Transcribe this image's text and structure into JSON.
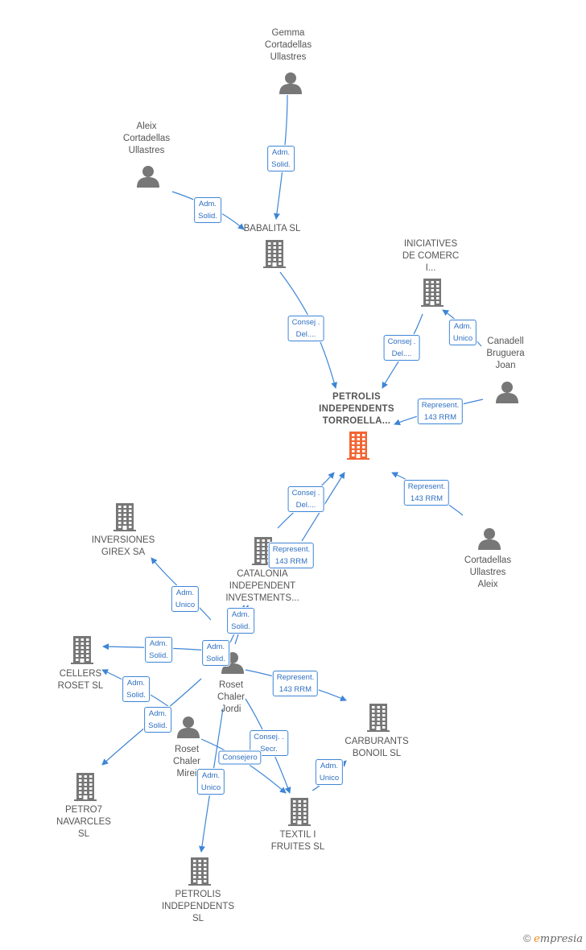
{
  "colors": {
    "edge": "#3d85d6",
    "node": "#777777",
    "focus": "#f26532"
  },
  "nodes": [
    {
      "id": "gemma",
      "type": "person",
      "label": "Gemma\nCortadellas\nUllastres"
    },
    {
      "id": "aleix1",
      "type": "person",
      "label": "Aleix\nCortadellas\nUllastres"
    },
    {
      "id": "babalita",
      "type": "company",
      "label": "BABALITA SL"
    },
    {
      "id": "iniciatives",
      "type": "company",
      "label": "INICIATIVES\nDE COMERC\nI..."
    },
    {
      "id": "canadell",
      "type": "person",
      "label": "Canadell\nBruguera\nJoan"
    },
    {
      "id": "petrolis_t",
      "type": "company",
      "focus": true,
      "label": "PETROLIS\nINDEPENDENTS\nTORROELLA..."
    },
    {
      "id": "aleix2",
      "type": "person",
      "label": "Cortadellas\nUllastres\nAleix"
    },
    {
      "id": "girex",
      "type": "company",
      "label": "INVERSIONES\nGIREX SA"
    },
    {
      "id": "catalonia",
      "type": "company",
      "label": "CATALONIA\nINDEPENDENT\nINVESTMENTS..."
    },
    {
      "id": "cellers",
      "type": "company",
      "label": "CELLERS\nROSET SL"
    },
    {
      "id": "jordi",
      "type": "person",
      "label": "Roset\nChaler\nJordi"
    },
    {
      "id": "carburants",
      "type": "company",
      "label": "CARBURANTS\nBONOIL  SL"
    },
    {
      "id": "mireia",
      "type": "person",
      "label": "Roset\nChaler\nMirei"
    },
    {
      "id": "petro7",
      "type": "company",
      "label": "PETRO7\nNAVARCLES\nSL"
    },
    {
      "id": "textil",
      "type": "company",
      "label": "TEXTIL I\nFRUITES SL"
    },
    {
      "id": "petrolis_sl",
      "type": "company",
      "label": "PETROLIS\nINDEPENDENTS\nSL"
    }
  ],
  "edges": [
    {
      "label": "Adm.\nSolid."
    },
    {
      "label": "Adm.\nSolid."
    },
    {
      "label": "Consej .\nDel...."
    },
    {
      "label": "Consej .\nDel...."
    },
    {
      "label": "Adm.\nUnico"
    },
    {
      "label": "Represent.\n143 RRM"
    },
    {
      "label": "Represent.\n143 RRM"
    },
    {
      "label": "Consej .\nDel...."
    },
    {
      "label": "Represent.\n143 RRM"
    },
    {
      "label": "Adm.\nUnico"
    },
    {
      "label": "Adm.\nSolid."
    },
    {
      "label": "Adm.\nSolid."
    },
    {
      "label": "Adm.\nSolid."
    },
    {
      "label": "Adm.\nSolid."
    },
    {
      "label": "Adm.\nSolid."
    },
    {
      "label": "Represent.\n143 RRM"
    },
    {
      "label": "Consej. .\nSecr."
    },
    {
      "label": "Consejero"
    },
    {
      "label": "Adm.\nUnico"
    },
    {
      "label": "Adm.\nUnico"
    }
  ],
  "footer": {
    "copyright": "©",
    "brand_e": "e",
    "brand_rest": "mpresia"
  }
}
